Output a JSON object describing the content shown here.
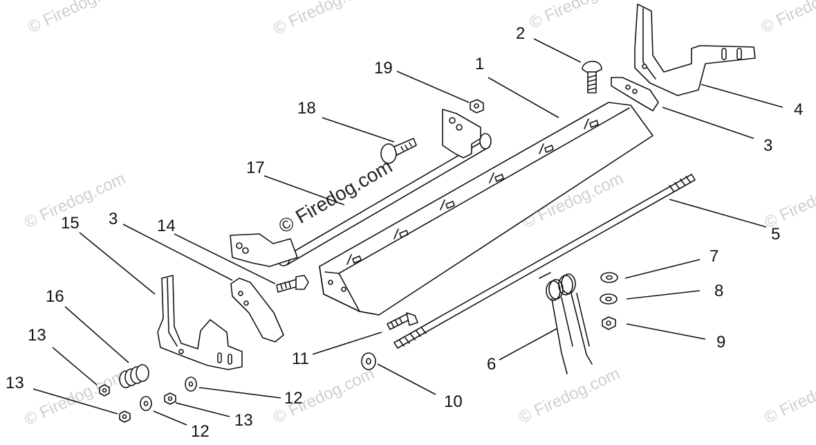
{
  "watermark": {
    "text": "© Firedog.com"
  },
  "callouts": [
    "1",
    "2",
    "3",
    "4",
    "3",
    "5",
    "7",
    "8",
    "9",
    "6",
    "10",
    "11",
    "12",
    "12",
    "13",
    "13",
    "13",
    "14",
    "15",
    "16",
    "17",
    "18",
    "19"
  ]
}
